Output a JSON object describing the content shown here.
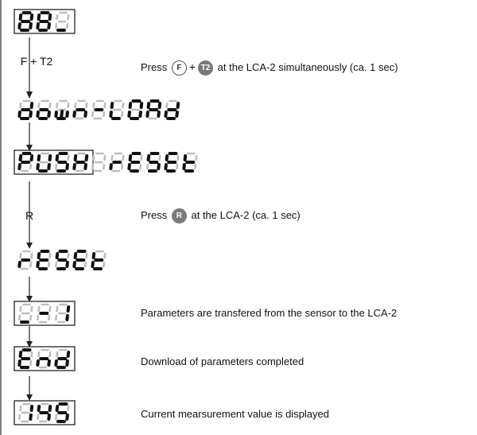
{
  "step_labels": {
    "f_t2": "F + T2",
    "r": "R"
  },
  "instructions": {
    "press_f_t2": {
      "pre": "Press",
      "badge1": "F",
      "plus": "+",
      "badge2": "T2",
      "post": "at the LCA-2 simultaneously (ca. 1 sec)"
    },
    "press_r": {
      "pre": "Press",
      "badge": "R",
      "post": "at the LCA-2 (ca. 1 sec)"
    },
    "transfer": "Parameters are transfered from the sensor to the LCA-2",
    "completed": "Download of parameters completed",
    "current": "Current mearsurement value is displayed"
  },
  "displays": {
    "d1": "88_",
    "d2": "down-LOAd",
    "d3": "PUSH rESEt",
    "d4": "rESEt",
    "d5": "_-1",
    "d6": "End",
    "d7": "145"
  },
  "colors": {
    "digit_on": "#111111",
    "digit_off": "#bdbdbd",
    "badge_fill": "#7a7a7a"
  }
}
